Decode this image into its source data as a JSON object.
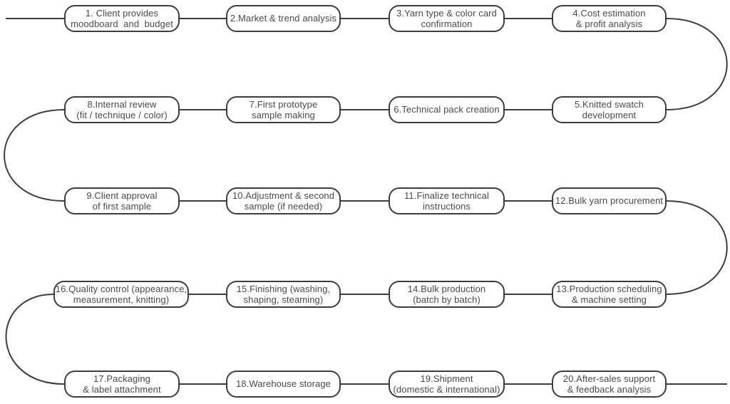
{
  "diagram": {
    "type": "flowchart",
    "description_visible": "",
    "colors": {
      "stroke": "#3d3d3d",
      "text": "#4a4a4a",
      "background": "#ffffff"
    },
    "nodes": [
      {
        "id": "1",
        "row": 0,
        "col": 0,
        "lines": [
          "1. Client provides",
          "moodboard  and  budget"
        ]
      },
      {
        "id": "2",
        "row": 0,
        "col": 1,
        "lines": [
          "2.Market & trend analysis"
        ]
      },
      {
        "id": "3",
        "row": 0,
        "col": 2,
        "lines": [
          "3.Yarn type & color card",
          "confirmation"
        ]
      },
      {
        "id": "4",
        "row": 0,
        "col": 3,
        "lines": [
          "4.Cost estimation",
          "& profit analysis"
        ]
      },
      {
        "id": "5",
        "row": 1,
        "col": 3,
        "lines": [
          "5.Knitted swatch",
          "development"
        ]
      },
      {
        "id": "6",
        "row": 1,
        "col": 2,
        "lines": [
          "6.Technical pack creation"
        ]
      },
      {
        "id": "7",
        "row": 1,
        "col": 1,
        "lines": [
          "7.First prototype",
          "sample making"
        ]
      },
      {
        "id": "8",
        "row": 1,
        "col": 0,
        "lines": [
          "8.Internal review",
          "(fit / technique / color)"
        ]
      },
      {
        "id": "9",
        "row": 2,
        "col": 0,
        "lines": [
          "9.Client approval",
          "of first sample"
        ]
      },
      {
        "id": "10",
        "row": 2,
        "col": 1,
        "lines": [
          "10.Adjustment & second",
          "sample (if needed)"
        ]
      },
      {
        "id": "11",
        "row": 2,
        "col": 2,
        "lines": [
          "11.Finalize technical",
          "instructions"
        ]
      },
      {
        "id": "12",
        "row": 2,
        "col": 3,
        "lines": [
          "12.Bulk yarn procurement"
        ]
      },
      {
        "id": "13",
        "row": 3,
        "col": 3,
        "lines": [
          "13.Production scheduling",
          "& machine setting"
        ]
      },
      {
        "id": "14",
        "row": 3,
        "col": 2,
        "lines": [
          "14.Bulk production",
          "(batch by batch)"
        ]
      },
      {
        "id": "15",
        "row": 3,
        "col": 1,
        "lines": [
          "15.Finishing (washing,",
          "shaping, steaming)"
        ]
      },
      {
        "id": "16",
        "row": 3,
        "col": 0,
        "lines": [
          "16.Quality control (appearance,",
          "measurement, knitting)"
        ]
      },
      {
        "id": "17",
        "row": 4,
        "col": 0,
        "lines": [
          "17.Packaging",
          "& label attachment"
        ]
      },
      {
        "id": "18",
        "row": 4,
        "col": 1,
        "lines": [
          "18.Warehouse storage"
        ]
      },
      {
        "id": "19",
        "row": 4,
        "col": 2,
        "lines": [
          "19.Shipment",
          "(domestic & international)"
        ]
      },
      {
        "id": "20",
        "row": 4,
        "col": 3,
        "lines": [
          "20.After-sales support",
          "& feedback analysis"
        ]
      }
    ]
  }
}
